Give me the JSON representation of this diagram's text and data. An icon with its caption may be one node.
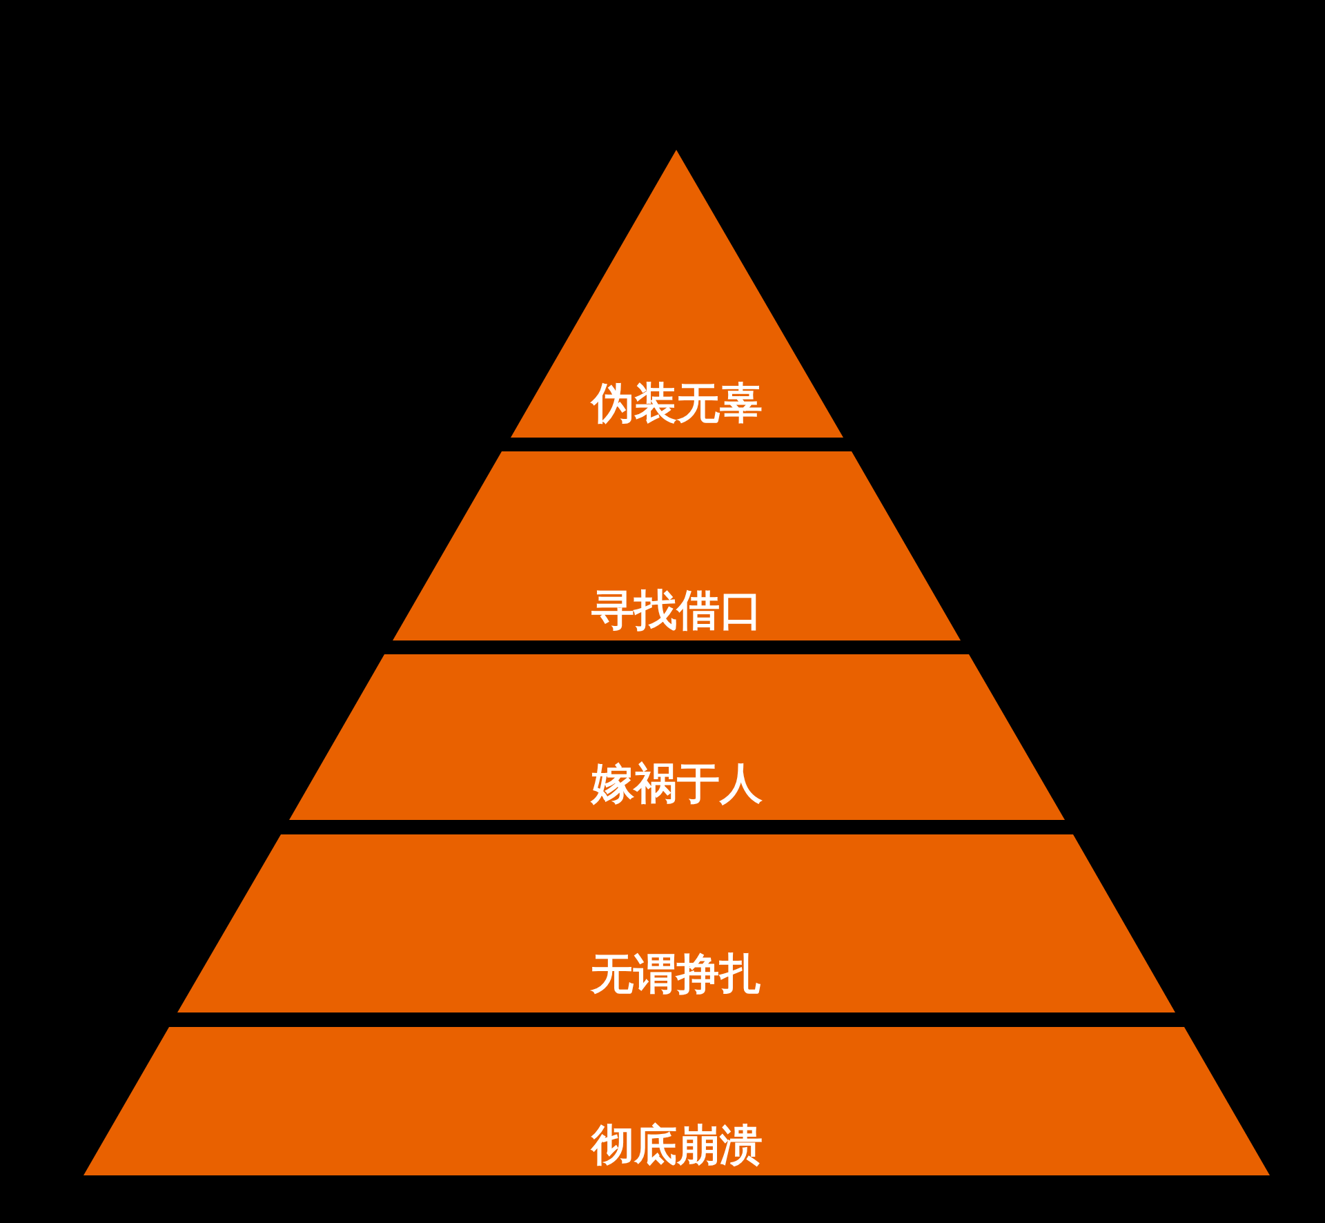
{
  "diagram": {
    "nodes": [
      {
        "text": [
          "伪装无辜"
        ]
      },
      {
        "text": [
          "寻找借口"
        ]
      },
      {
        "text": [
          "嫁祸于人"
        ]
      },
      {
        "text": [
          "无谓挣扎"
        ]
      },
      {
        "text": [
          "彻底崩溃"
        ]
      }
    ]
  }
}
